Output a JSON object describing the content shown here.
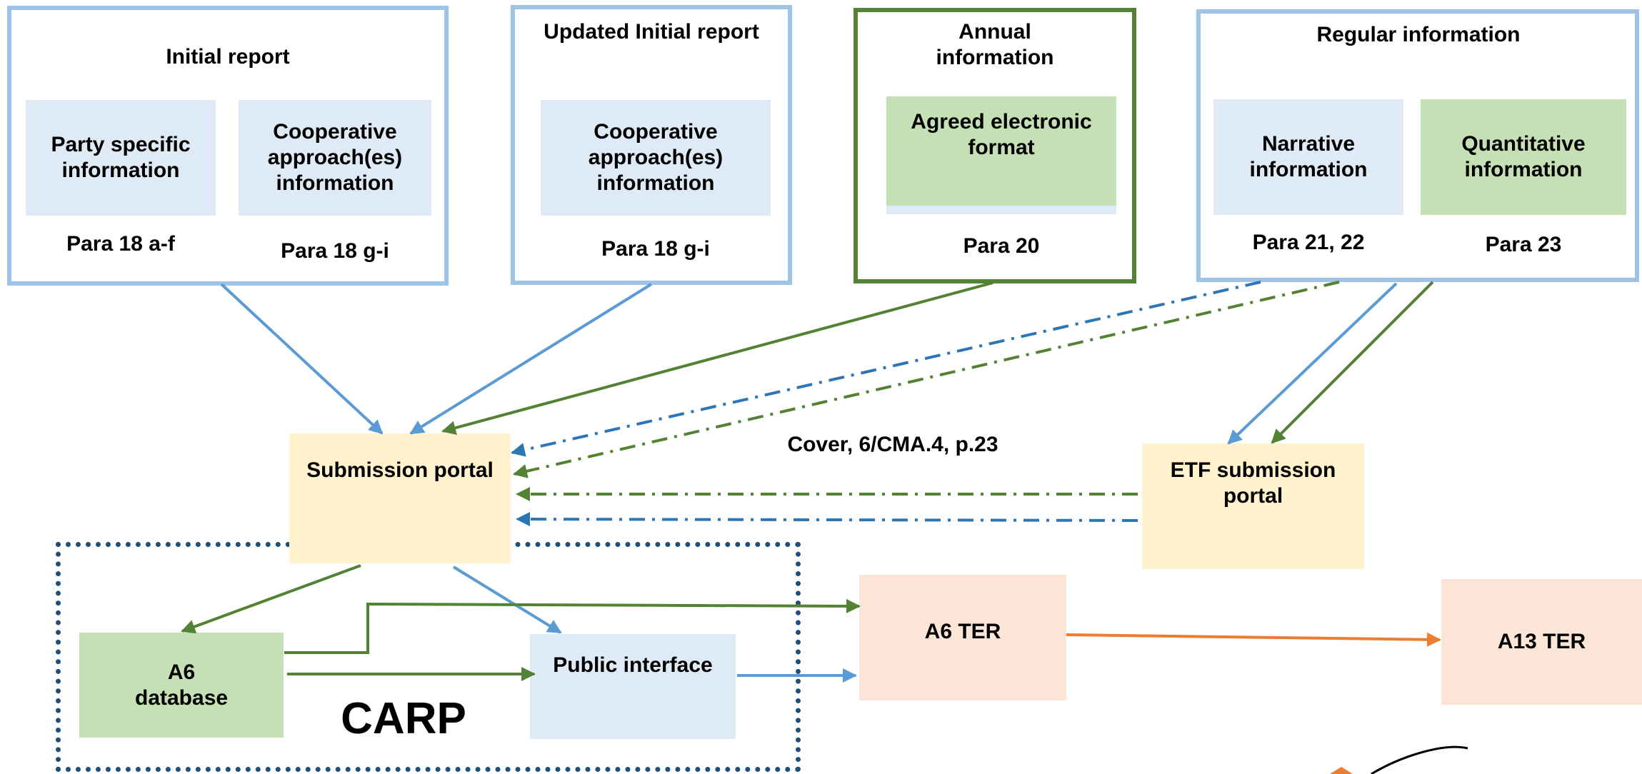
{
  "initial_report": {
    "title": "Initial report",
    "party_box": "Party specific information",
    "coop_box": "Cooperative approach(es) information",
    "para_a": "Para 18 a-f",
    "para_b": "Para 18 g-i"
  },
  "updated_initial_report": {
    "title": "Updated Initial report",
    "coop_box": "Cooperative approach(es) information",
    "para": "Para 18 g-i"
  },
  "annual_information": {
    "title": "Annual information",
    "format_box": "Agreed electronic format",
    "para": "Para 20"
  },
  "regular_information": {
    "title": "Regular information",
    "narrative_box": "Narrative information",
    "quantitative_box": "Quantitative information",
    "para_a": "Para 21, 22",
    "para_b": "Para 23"
  },
  "submission_portal": "Submission portal",
  "etf_portal": "ETF submission portal",
  "cover_label": "Cover, 6/CMA.4, p.23",
  "a6_database": "A6 database",
  "public_interface": "Public interface",
  "carp_label": "CARP",
  "a6_ter": "A6 TER",
  "a13_ter": "A13 TER",
  "colors": {
    "blue_arrow": "#5b9bd5",
    "green_arrow": "#548235",
    "dash_blue": "#2e75b6",
    "orange_arrow": "#ed7d31",
    "carp_border": "#1f4e79"
  }
}
